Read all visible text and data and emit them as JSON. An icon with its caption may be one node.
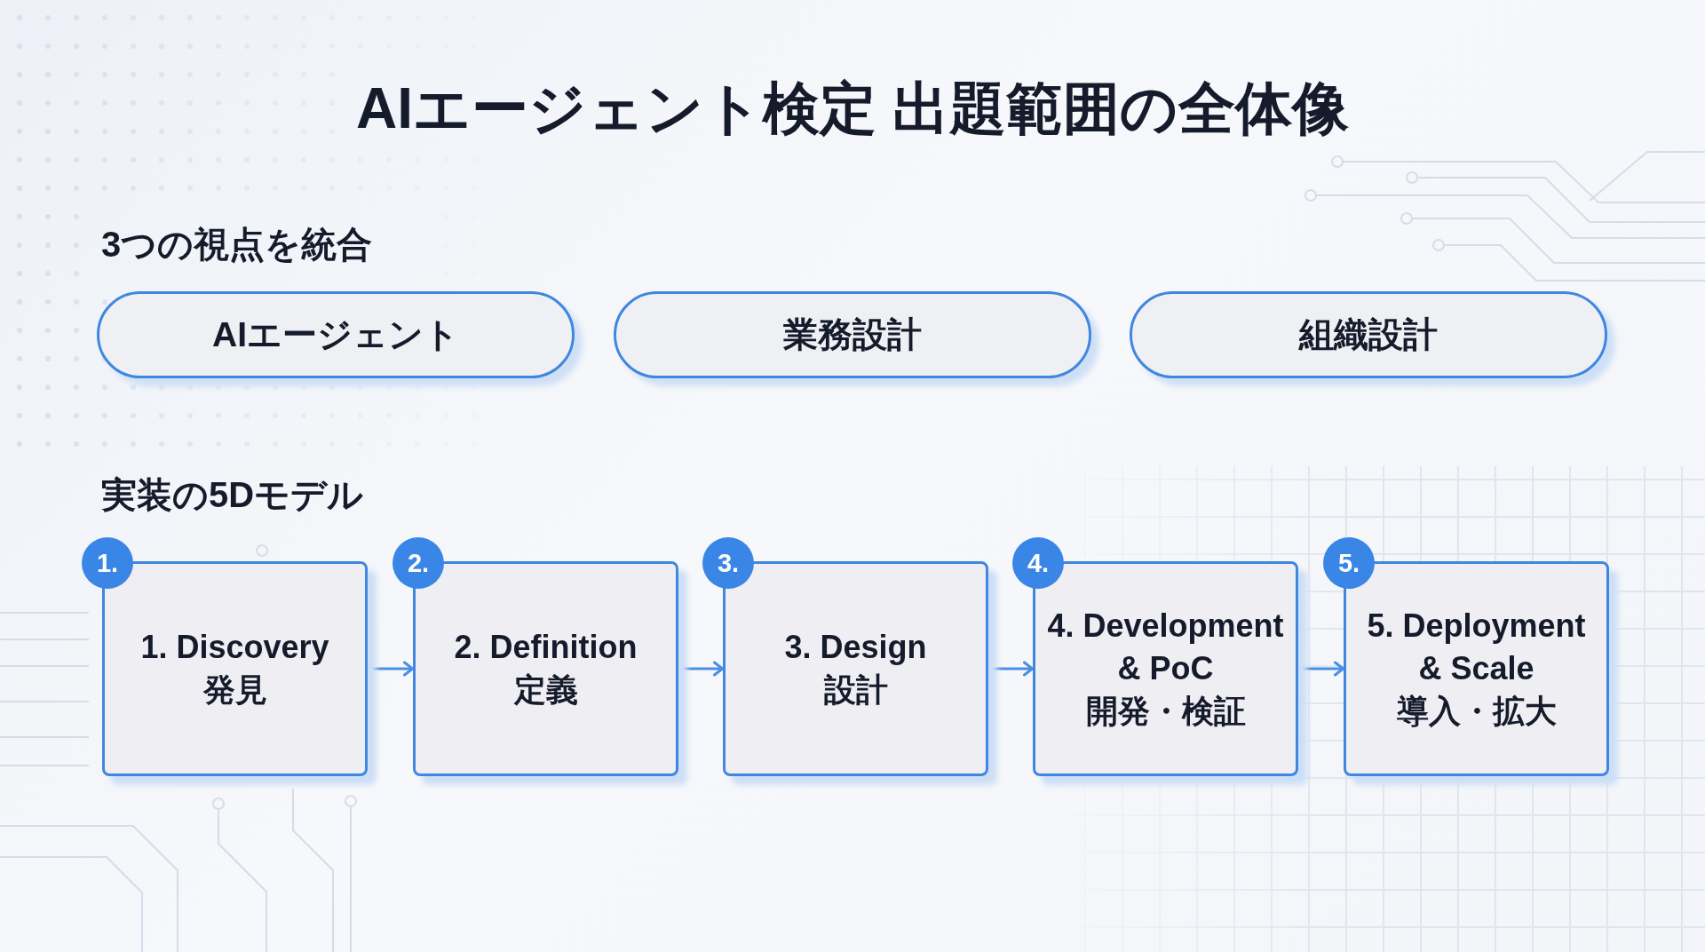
{
  "diagram": {
    "title": "AIエージェント検定 出題範囲の全体像",
    "nodes": [
      {
        "text": [
          "AIエージェント"
        ]
      },
      {
        "text": [
          "業務設計"
        ]
      },
      {
        "text": [
          "組織設計"
        ]
      },
      {
        "text": [
          "1."
        ]
      },
      {
        "text": [
          "1. Discovery",
          "発見"
        ]
      },
      {
        "text": [
          "2."
        ]
      },
      {
        "text": [
          "2. Definition",
          "定義"
        ]
      },
      {
        "text": [
          "3."
        ]
      },
      {
        "text": [
          "3. Design",
          "設計"
        ]
      },
      {
        "text": [
          "4."
        ]
      },
      {
        "text": [
          "4. Development & PoC",
          "開発・検証"
        ]
      },
      {
        "text": [
          "5."
        ]
      },
      {
        "text": [
          "5. Deployment & Scale",
          "導入・拡大"
        ]
      }
    ],
    "edges": [
      {
        "from": 4,
        "to": 6,
        "arrow": "to"
      },
      {
        "from": 6,
        "to": 8,
        "arrow": "to"
      },
      {
        "from": 8,
        "to": 10,
        "arrow": "to"
      },
      {
        "from": 10,
        "to": 12,
        "arrow": "to"
      }
    ],
    "labels": [
      "3つの視点を統合",
      "実装の5Dモデル"
    ]
  }
}
